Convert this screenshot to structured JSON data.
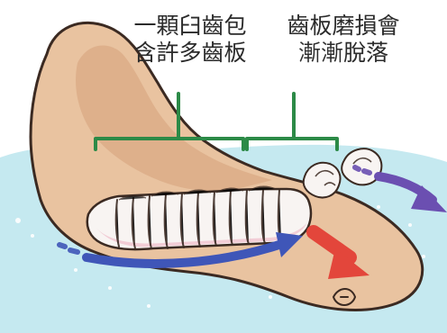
{
  "labels": {
    "left": [
      "一顆臼齒包",
      "含許多齒板"
    ],
    "right": [
      "齒板磨損會",
      "漸漸脫落"
    ]
  },
  "colors": {
    "background": "#ffffff",
    "water": "#bfe7ee",
    "bone": "#e9c3a0",
    "bone_outline": "#3b2a22",
    "teeth": "#f8f4f2",
    "gum_pink": "#f1c9d3",
    "bracket_green": "#2c8a47",
    "arrow_blue": "#3f56b8",
    "arrow_red": "#e3463b",
    "arrow_purple": "#6b4fb1"
  },
  "icons": {
    "left_bracket": "bracket-icon",
    "right_bracket": "bracket-icon",
    "bottom_arrow": "arrow-right-icon",
    "red_arrow": "arrow-down-right-icon",
    "purple_arrow": "arrow-right-icon"
  }
}
